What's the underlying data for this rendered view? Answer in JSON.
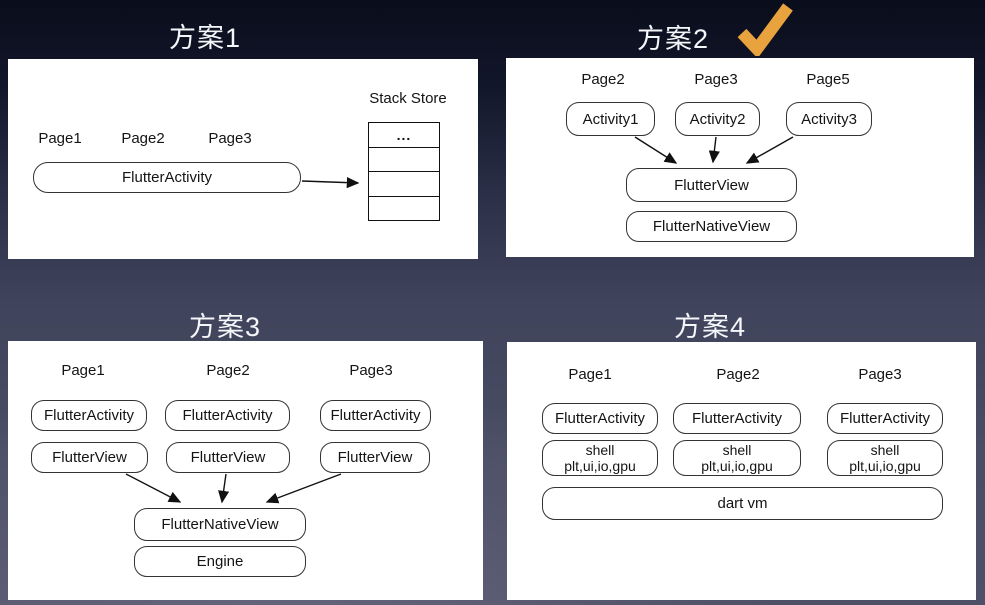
{
  "titles": {
    "plan1": "方案1",
    "plan2": "方案2",
    "plan3": "方案3",
    "plan4": "方案4"
  },
  "colors": {
    "checkmark": "#E8A33E",
    "panel_bg": "#ffffff",
    "box_border": "#333333",
    "background_top": "#0a0d1b",
    "background_bottom": "#4d5067",
    "title_text": "#f5f6fa"
  },
  "plan1": {
    "pages": [
      "Page1",
      "Page2",
      "Page3"
    ],
    "main_box": "FlutterActivity",
    "stack_store": {
      "title": "Stack Store",
      "rows": [
        "...",
        "",
        "",
        ""
      ]
    }
  },
  "plan2": {
    "pages": [
      "Page2",
      "Page3",
      "Page5"
    ],
    "activities": [
      "Activity1",
      "Activity2",
      "Activity3"
    ],
    "flutter_view": "FlutterView",
    "flutter_native_view": "FlutterNativeView"
  },
  "plan3": {
    "pages": [
      "Page1",
      "Page2",
      "Page3"
    ],
    "activity_row": [
      "FlutterActivity",
      "FlutterActivity",
      "FlutterActivity"
    ],
    "view_row": [
      "FlutterView",
      "FlutterView",
      "FlutterView"
    ],
    "native_view": "FlutterNativeView",
    "engine": "Engine"
  },
  "plan4": {
    "pages": [
      "Page1",
      "Page2",
      "Page3"
    ],
    "activity_row": [
      "FlutterActivity",
      "FlutterActivity",
      "FlutterActivity"
    ],
    "shell_boxes": [
      {
        "line1": "shell",
        "line2": "plt,ui,io,gpu"
      },
      {
        "line1": "shell",
        "line2": "plt,ui,io,gpu"
      },
      {
        "line1": "shell",
        "line2": "plt,ui,io,gpu"
      }
    ],
    "dart_vm": "dart vm"
  }
}
